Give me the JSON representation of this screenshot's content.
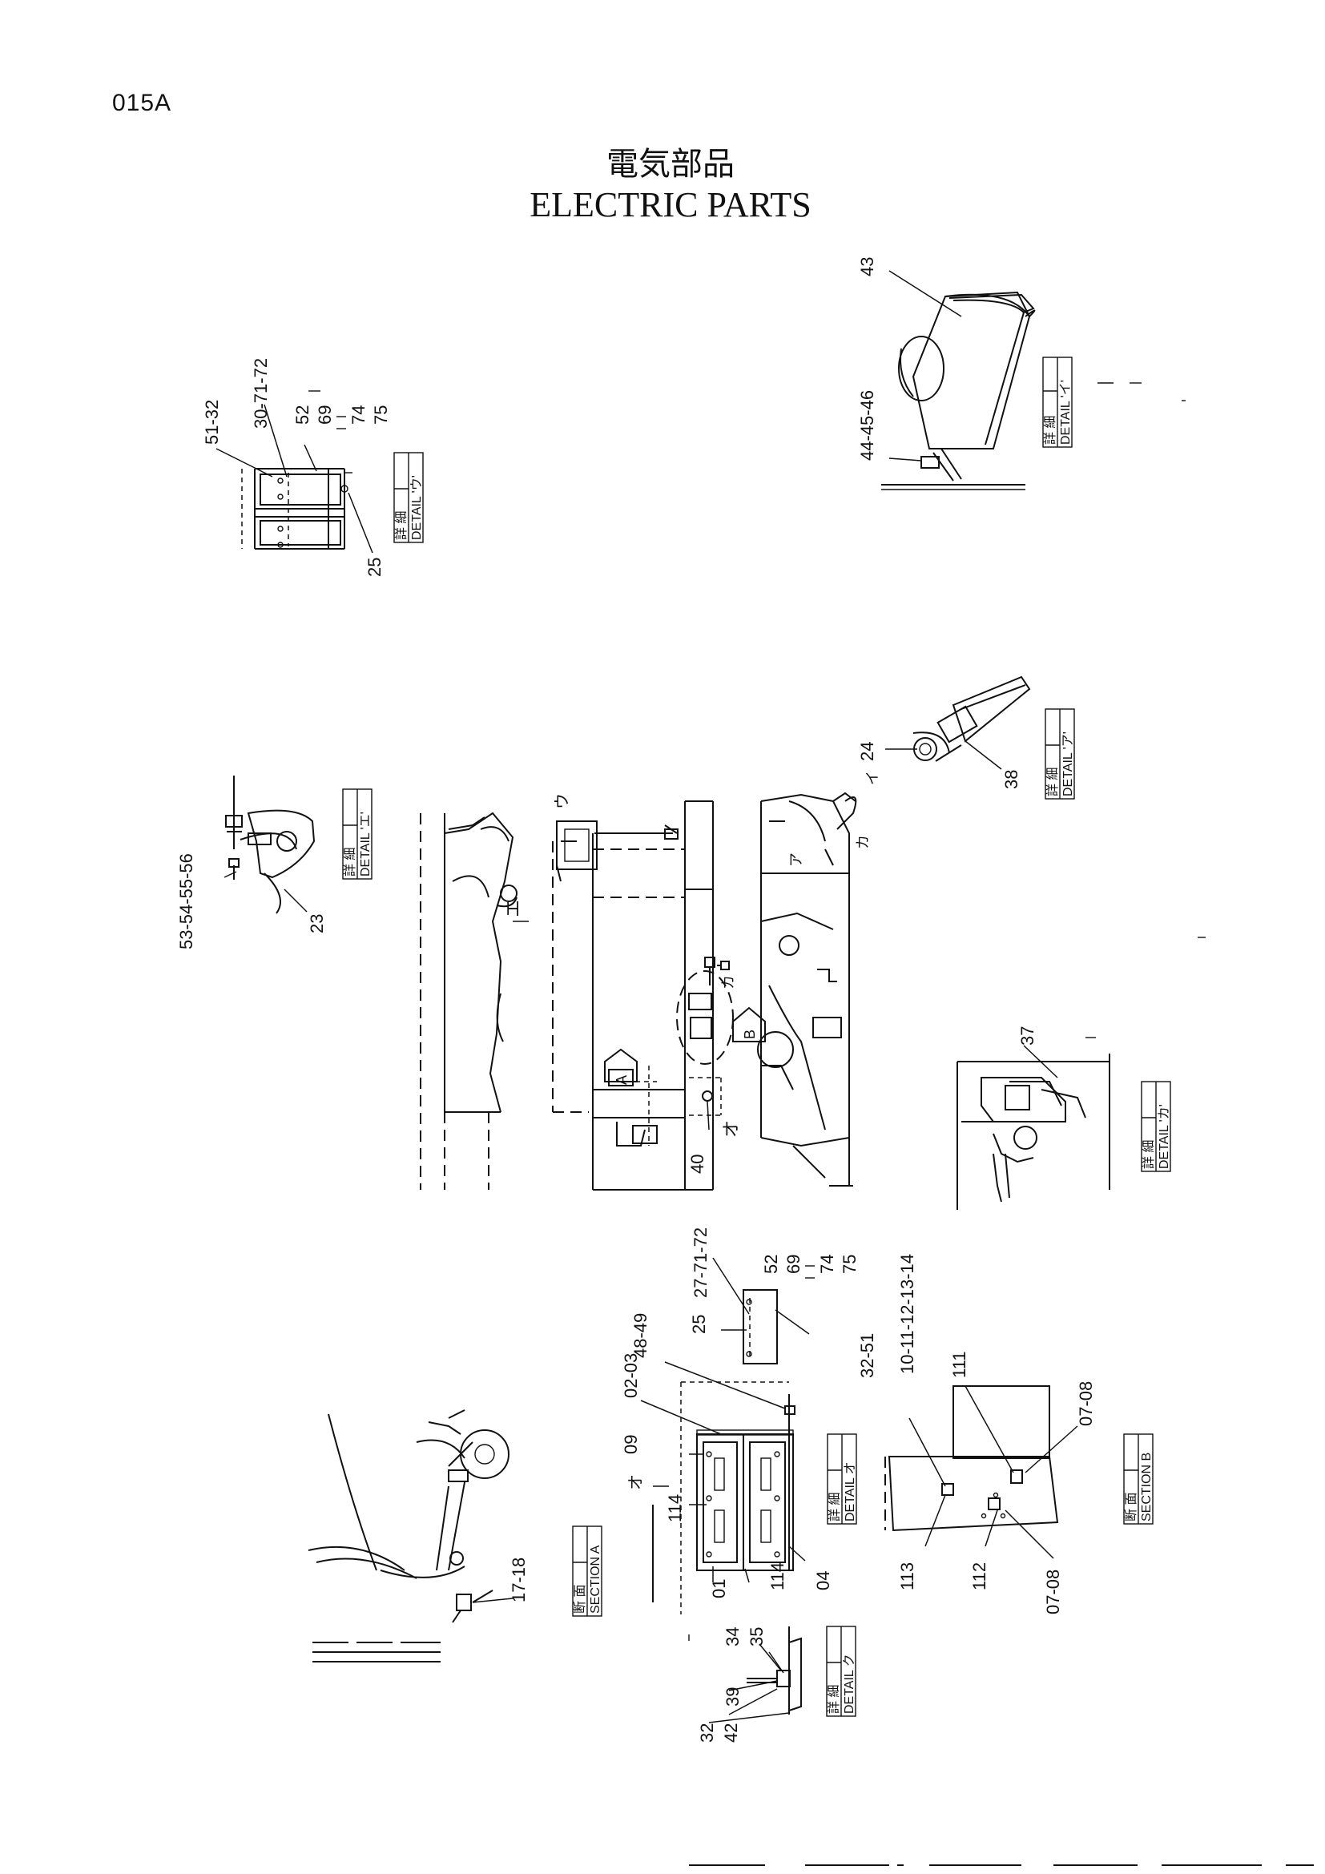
{
  "header": {
    "page_code": "015A",
    "title_jp": "電気部品",
    "title_en": "ELECTRIC PARTS"
  },
  "callouts": {
    "c43": "43",
    "c44_46": "44-45-46",
    "c51_32": "51-32",
    "c30_72_top": "30-71-72",
    "c52_75_top": [
      "52",
      "69",
      "74",
      "75"
    ],
    "c25_top": "25",
    "c24": "24",
    "c38": "38",
    "c53_56": "53-54-55-56",
    "c23": "23",
    "c40": "40",
    "c37": "37",
    "c27_72": "27-71-72",
    "c52_75_mid": [
      "52",
      "69",
      "74",
      "75"
    ],
    "c25_mid": "25",
    "c32_51": "32-51",
    "c48_49": "48-49",
    "c02_03": "02-03",
    "c09": "09",
    "c114a": "114",
    "c114b": "114",
    "c01": "01",
    "c04": "04",
    "c10_14": "10-11-12-13-14",
    "c111": "111",
    "c07_08a": "07-08",
    "c113": "113",
    "c112": "112",
    "c07_08b": "07-08",
    "c17_18": "17-18",
    "c34": "34",
    "c35": "35",
    "c32_bottom": "32",
    "c42": "42",
    "c39": "39"
  },
  "labels": {
    "jp_detail": "詳 細",
    "jp_section": "断 面",
    "detail_i": "DETAIL 'イ'",
    "detail_u": "DETAIL 'ウ'",
    "detail_a": "DETAIL 'ア'",
    "detail_e": "DETAIL 'エ'",
    "detail_ka": "DETAIL 'カ'",
    "detail_o": "DETAIL オ",
    "detail_ku": "DETAIL ク",
    "section_a": "SECTION A",
    "section_b": "SECTION B",
    "marker_a": "A",
    "marker_b": "B"
  },
  "view_marks": {
    "i": "イ",
    "u": "ウ",
    "a": "ア",
    "e": "エ",
    "ka": "カ",
    "o": "オ",
    "ku": "ク"
  }
}
